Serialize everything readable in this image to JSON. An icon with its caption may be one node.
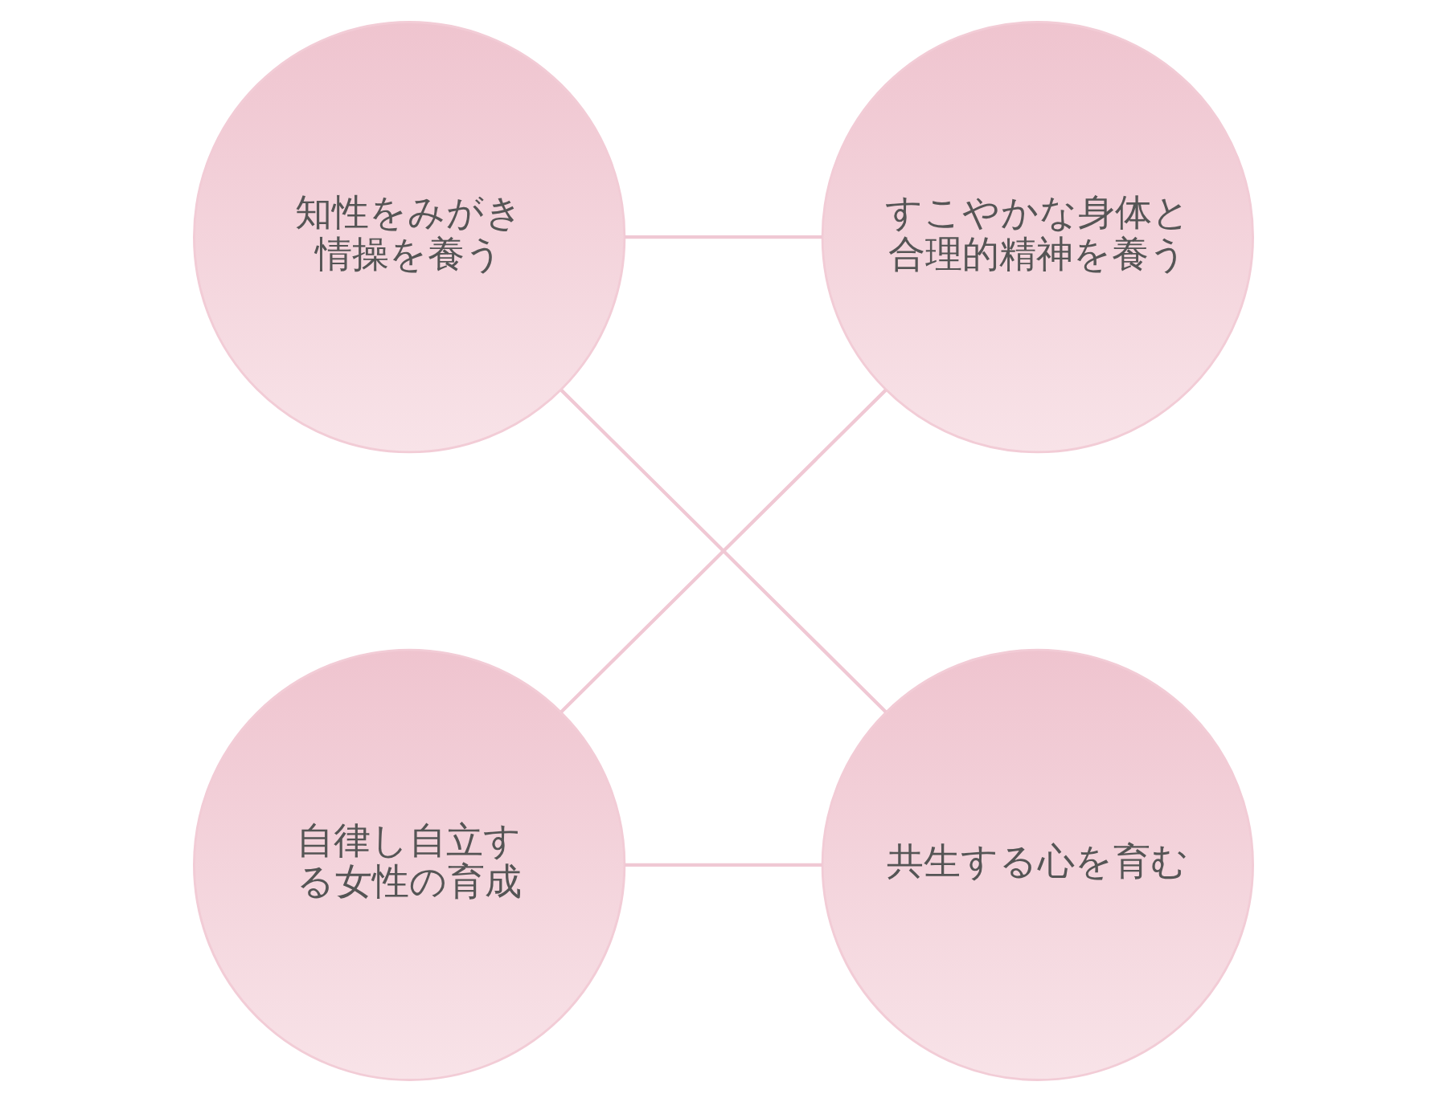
{
  "diagram": {
    "nodes": [
      {
        "text": [
          "知性をみがき情操を養う"
        ]
      },
      {
        "text": [
          "すこやかな身体と合理的精神を養う"
        ]
      },
      {
        "text": [
          "共生する心を育む"
        ]
      },
      {
        "text": [
          "自律し自立する女性の育成"
        ]
      }
    ],
    "edges": [
      {
        "from": 0,
        "to": 1,
        "arrow": "none"
      },
      {
        "from": 1,
        "to": 3,
        "arrow": "none"
      },
      {
        "from": 3,
        "to": 2,
        "arrow": "none"
      },
      {
        "from": 2,
        "to": 0,
        "arrow": "none"
      }
    ]
  }
}
